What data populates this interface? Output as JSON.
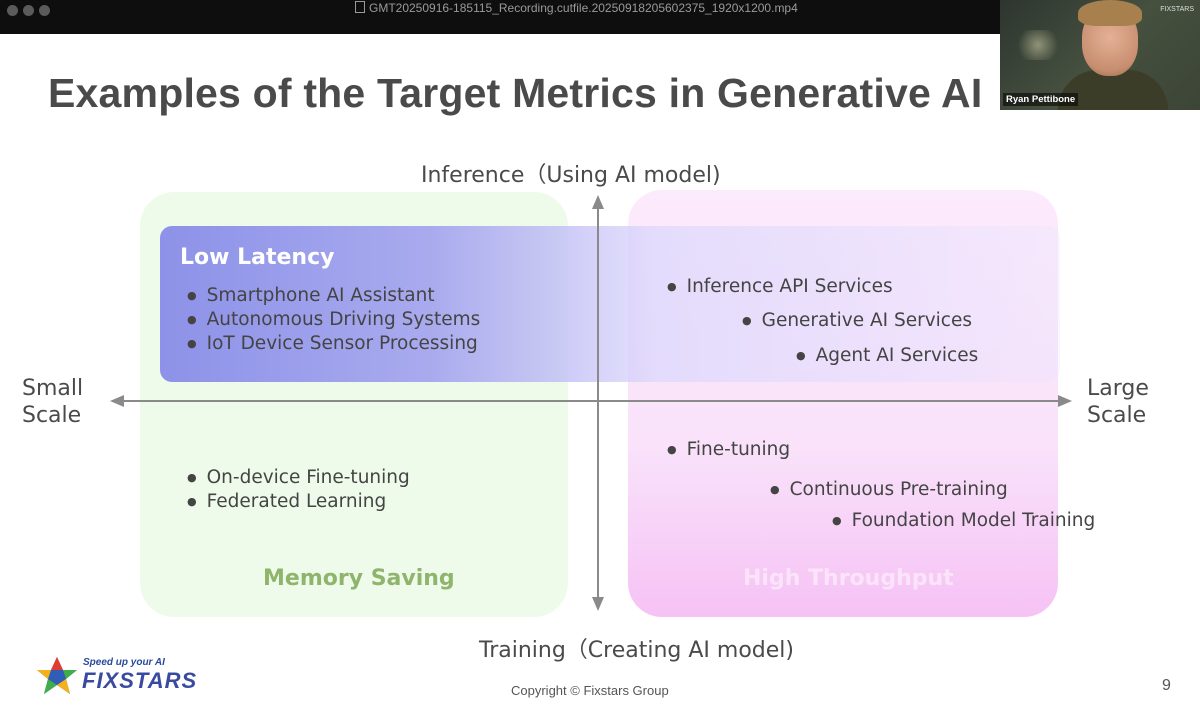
{
  "window": {
    "file_title": "GMT20250916-185115_Recording.cutfile.20250918205602375_1920x1200.mp4"
  },
  "slide": {
    "title": "Examples of the Target Metrics in Generative AI",
    "axis_top": "Inference（Using AI model)",
    "axis_bottom": "Training（Creating AI model)",
    "axis_left_line1": "Small",
    "axis_left_line2": "Scale",
    "axis_right_line1": "Large",
    "axis_right_line2": "Scale",
    "low_latency": {
      "title": "Low Latency",
      "items": [
        "Smartphone AI Assistant",
        "Autonomous Driving Systems",
        "IoT Device Sensor Processing"
      ]
    },
    "inference_large": [
      "Inference API Services",
      "Generative AI Services",
      "Agent AI Services"
    ],
    "memory_saving": {
      "label": "Memory Saving",
      "items": [
        "On-device Fine-tuning",
        "Federated Learning"
      ]
    },
    "high_throughput": {
      "label": "High Throughput",
      "items": [
        "Fine-tuning",
        "Continuous Pre-training",
        "Foundation Model Training"
      ]
    }
  },
  "footer": {
    "logo_tagline": "Speed up your AI",
    "logo_brand": "FIXSTARS",
    "copyright": "Copyright © Fixstars Group",
    "page_number": "9"
  },
  "video": {
    "participant_name": "Ryan Pettibone",
    "overlay_logo": "FIXSTARS"
  },
  "colors": {
    "memory_saving": "#8fb46c",
    "high_throughput": "#fbe3fa",
    "low_latency_band": "#8d92e8",
    "axis": "#8a8a8a"
  }
}
